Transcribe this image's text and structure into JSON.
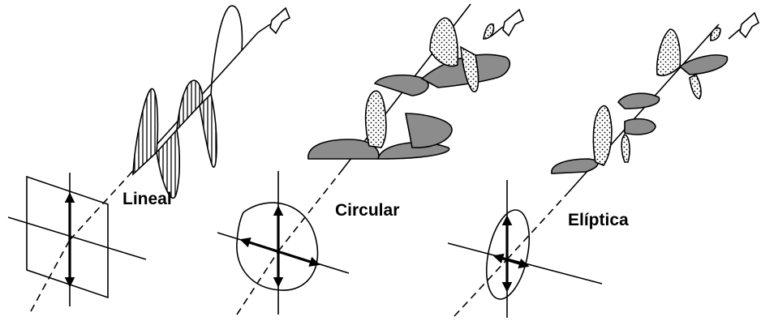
{
  "panels": [
    {
      "id": "linear",
      "label": "Lineal"
    },
    {
      "id": "circular",
      "label": "Circular"
    },
    {
      "id": "elliptical",
      "label": "Elíptica"
    }
  ],
  "colors": {
    "stroke": "#000000",
    "shade": "#8c8c8c",
    "background": "#ffffff"
  },
  "icons": [
    "propagation-arrow-icon"
  ]
}
